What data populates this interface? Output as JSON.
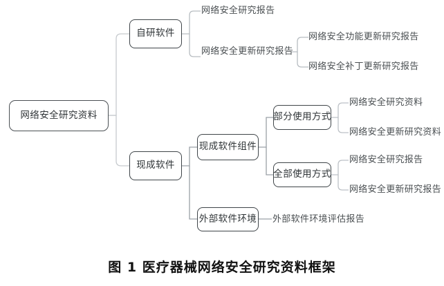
{
  "figure": {
    "caption": "图 1  医疗器械网络安全研究资料框架",
    "colors": {
      "node_border": "#3e4448",
      "connector_light": "#c8ccd0",
      "connector_dark": "#9aa0a6",
      "text": "#2f3437",
      "background": "#ffffff"
    }
  },
  "tree": {
    "root": {
      "label": "网络安全研究资料"
    },
    "branch_self_developed": {
      "label": "自研软件",
      "children": [
        {
          "label": "网络安全研究报告"
        },
        {
          "label": "网络安全更新研究报告",
          "children": [
            {
              "label": "网络安全功能更新研究报告"
            },
            {
              "label": "网络安全补丁更新研究报告"
            }
          ]
        }
      ]
    },
    "branch_off_the_shelf": {
      "label": "现成软件",
      "children": [
        {
          "label": "现成软件组件",
          "children": [
            {
              "label": "部分使用方式",
              "children": [
                {
                  "label": "网络安全研究资料"
                },
                {
                  "label": "网络安全更新研究资料"
                }
              ]
            },
            {
              "label": "全部使用方式",
              "children": [
                {
                  "label": "网络安全研究报告"
                },
                {
                  "label": "网络安全更新研究报告"
                }
              ]
            }
          ]
        },
        {
          "label": "外部软件环境",
          "children": [
            {
              "label": "外部软件环境评估报告"
            }
          ]
        }
      ]
    }
  }
}
